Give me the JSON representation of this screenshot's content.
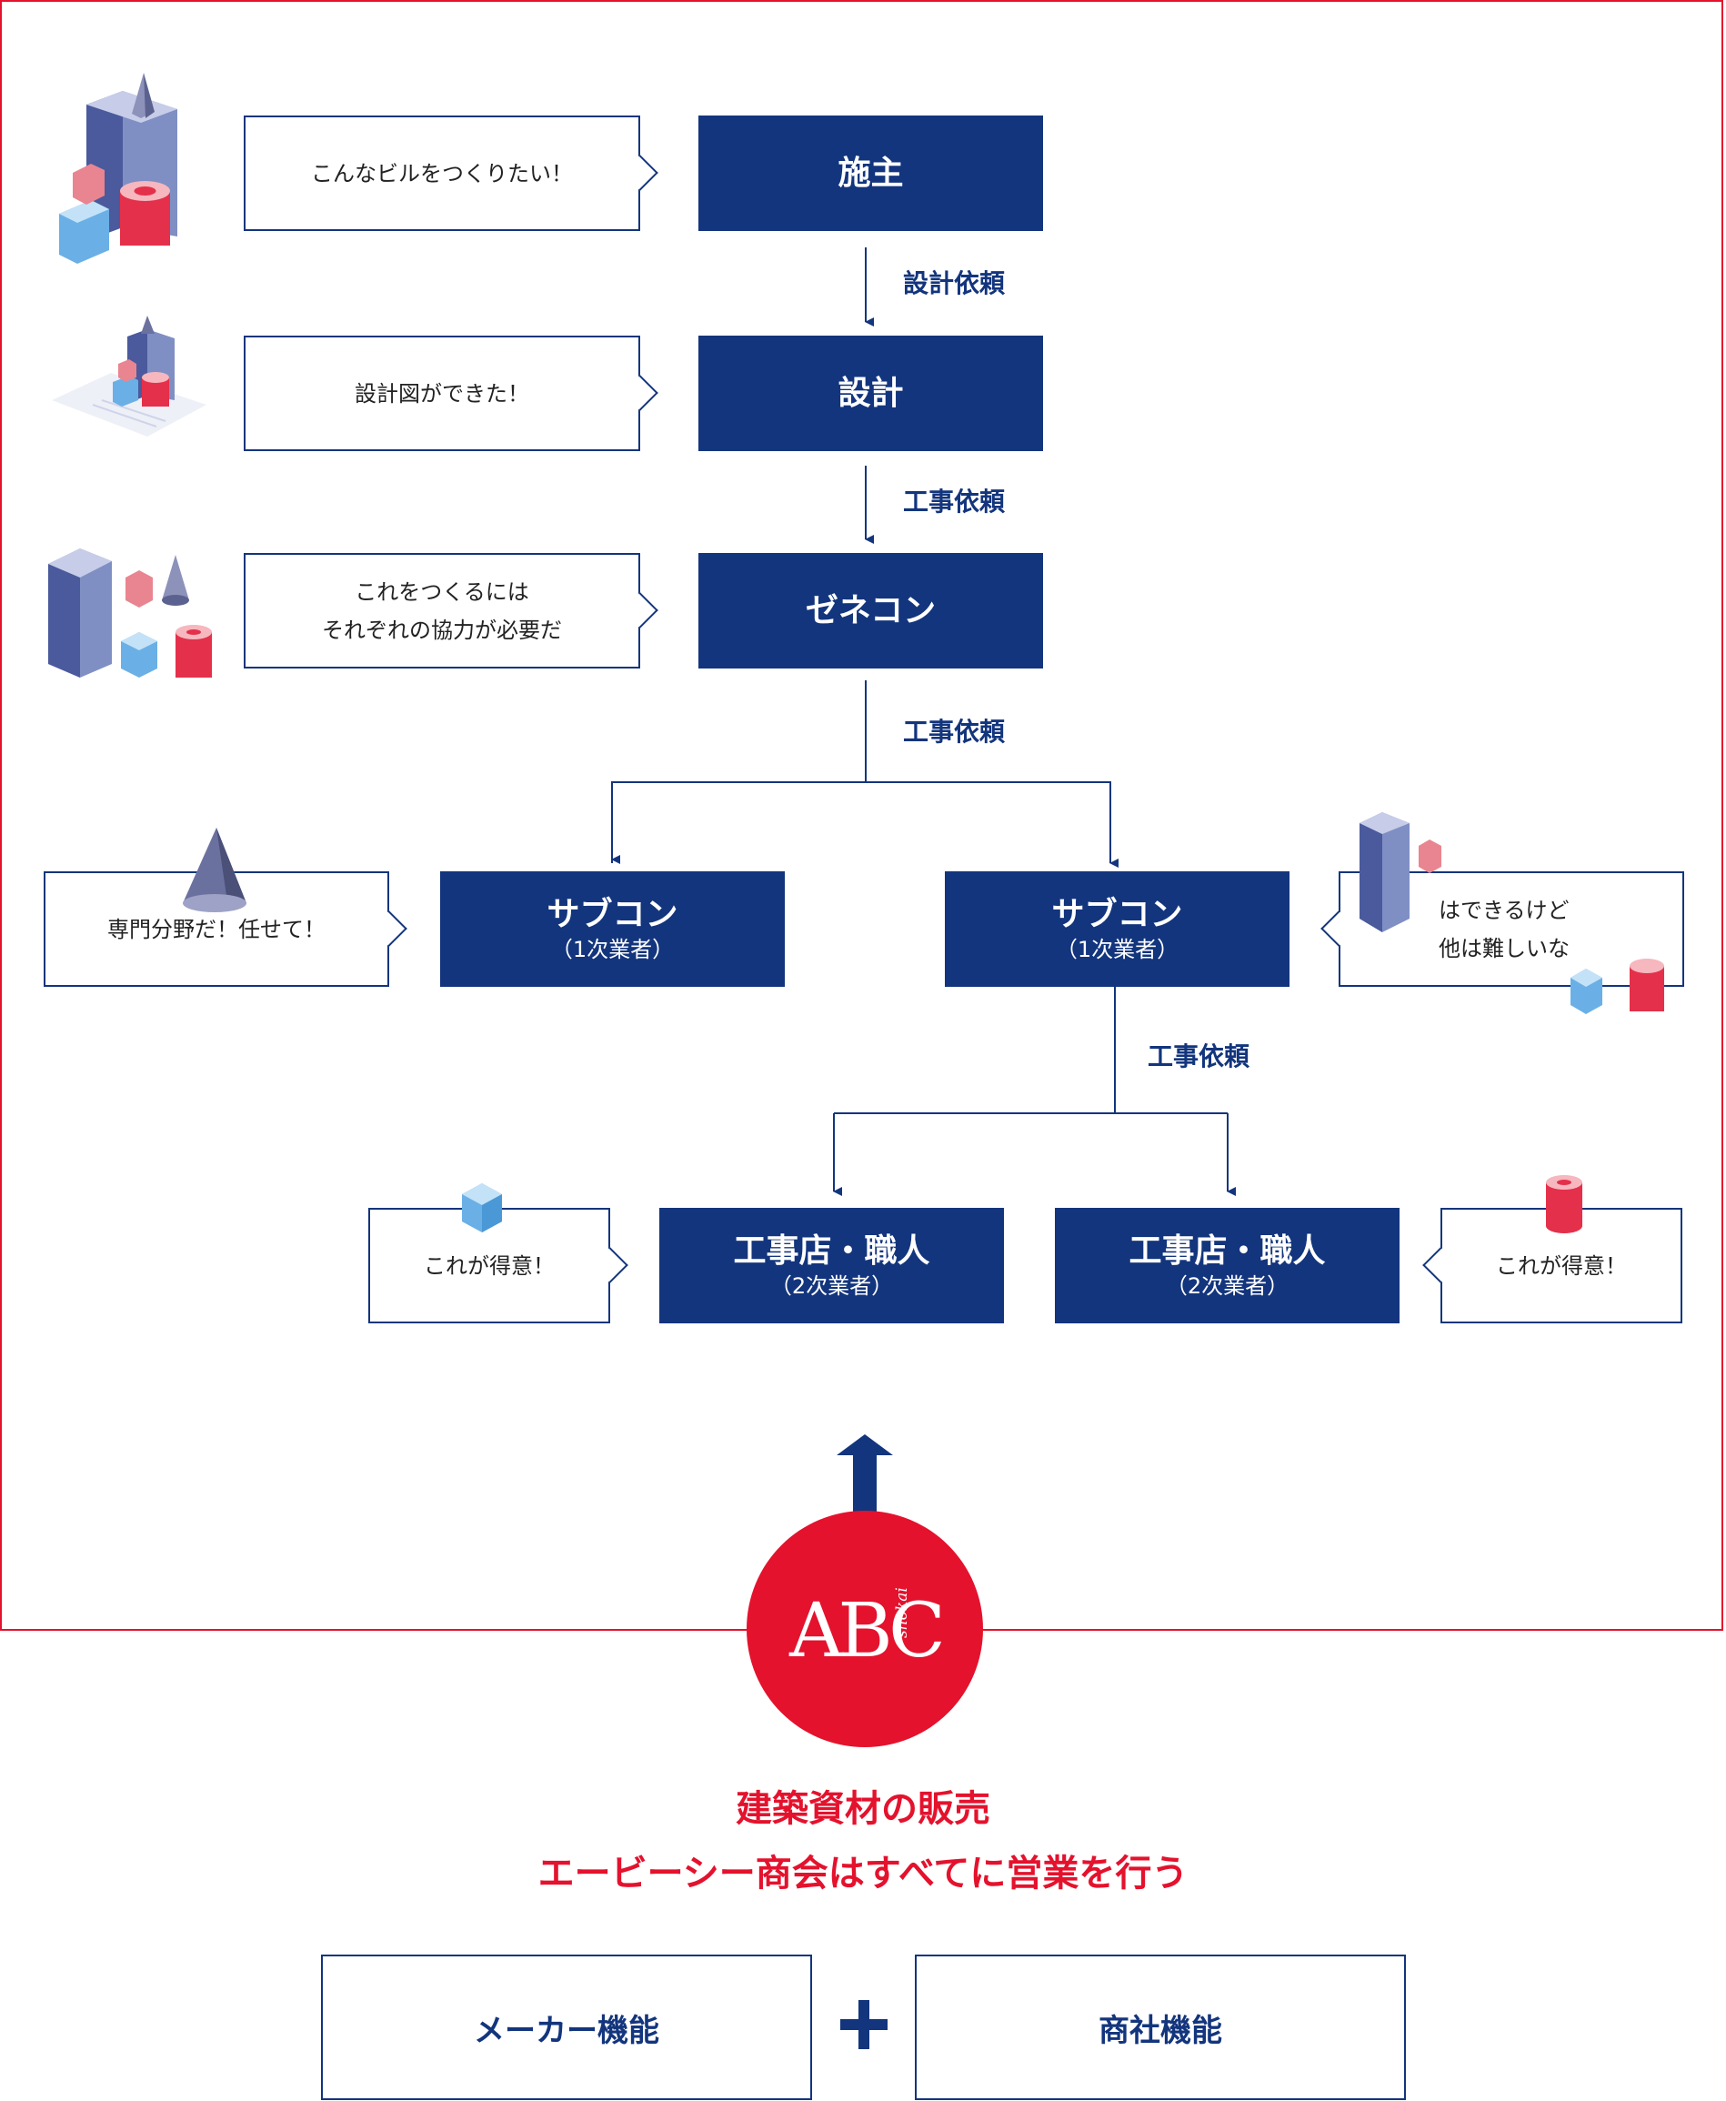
{
  "colors": {
    "navy": "#13357d",
    "red": "#e4122d"
  },
  "nodes": {
    "owner": "施主",
    "design": "設計",
    "general_contractor": "ゼネコン",
    "subcon_left": {
      "title": "サブコン",
      "sub": "（1次業者）"
    },
    "subcon_right": {
      "title": "サブコン",
      "sub": "（1次業者）"
    },
    "shop_left": {
      "title": "工事店・職人",
      "sub": "（2次業者）"
    },
    "shop_right": {
      "title": "工事店・職人",
      "sub": "（2次業者）"
    }
  },
  "edge_labels": {
    "owner_to_design": "設計依頼",
    "design_to_gc": "工事依頼",
    "gc_to_subcon": "工事依頼",
    "subcon_to_shop": "工事依頼"
  },
  "bubbles": {
    "owner": "こんなビルをつくりたい！",
    "design": "設計図ができた！",
    "gc": [
      "これをつくるには",
      "それぞれの協力が必要だ"
    ],
    "subcon_left": "専門分野だ！任せて！",
    "subcon_right": [
      "はできるけど",
      "他は難しいな"
    ],
    "shop_left": "これが得意！",
    "shop_right": "これが得意！"
  },
  "logo": {
    "text": "ABC",
    "sub": "shokai"
  },
  "message": [
    "建築資材の販売",
    "エービーシー商会はすべてに営業を行う"
  ],
  "functions": {
    "maker": "メーカー機能",
    "trading": "商社機能"
  },
  "icons": [
    "building-icon",
    "blueprint-icon",
    "blocks-icon",
    "cone-icon",
    "cube-icon",
    "cylinder-icon",
    "arrow-up-icon",
    "plus-icon"
  ]
}
